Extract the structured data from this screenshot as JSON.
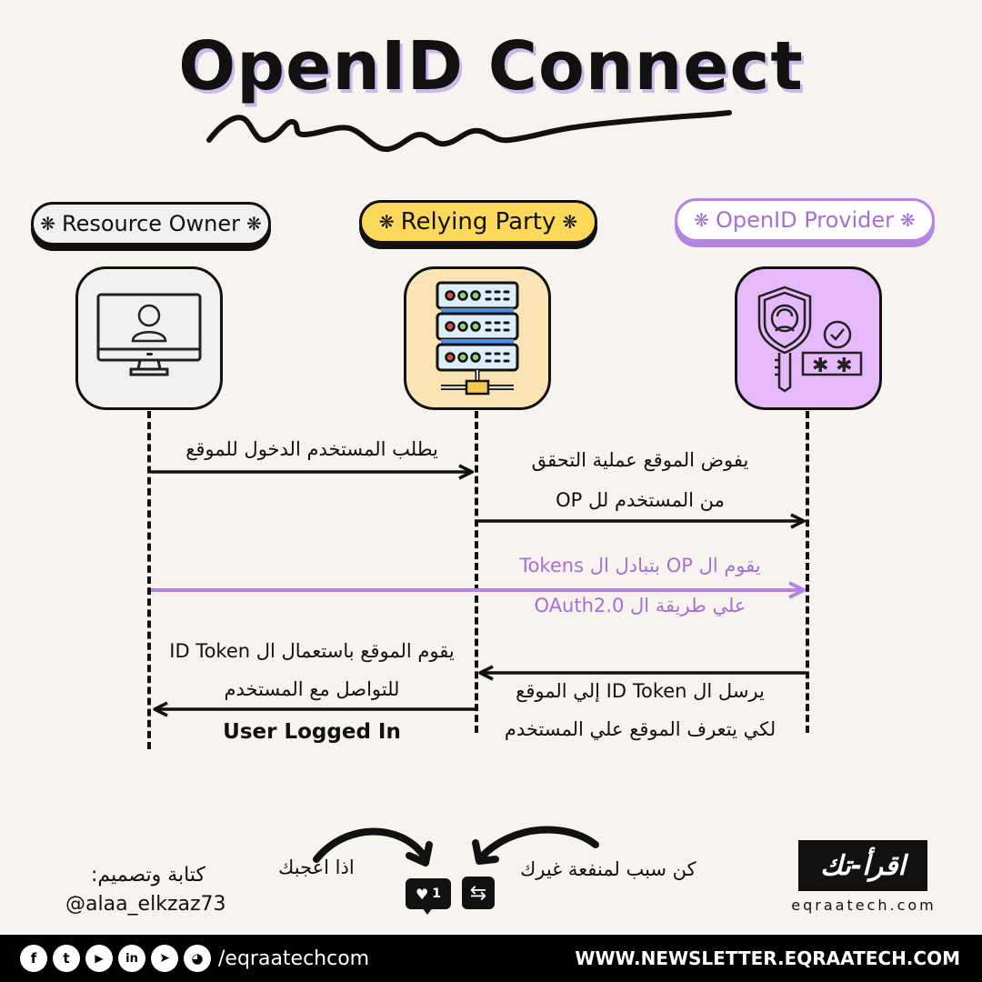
{
  "title": "OpenID Connect",
  "colors": {
    "background": "#f7f4f0",
    "ink": "#111111",
    "resource_owner_fill": "#f0f0f0",
    "relying_party_fill": "#fcd95b",
    "relying_party_icon_fill": "#fbe4b4",
    "openid_provider_accent": "#a56fd6",
    "openid_provider_icon_fill": "#e6b9fb",
    "title_shadow": "#cdb6ec"
  },
  "actors": [
    {
      "id": "resource-owner",
      "label": "Resource Owner",
      "icon": "computer-user-icon"
    },
    {
      "id": "relying-party",
      "label": "Relying Party",
      "icon": "server-rack-icon"
    },
    {
      "id": "openid-provider",
      "label": "OpenID Provider",
      "icon": "shield-key-password-icon"
    }
  ],
  "star_glyph": "❋",
  "messages": [
    {
      "from": "resource-owner",
      "to": "relying-party",
      "lines": [
        "يطلب المستخدم الدخول للموقع"
      ],
      "color": "#111111"
    },
    {
      "from": "relying-party",
      "to": "openid-provider",
      "lines": [
        "يفوض الموقع عملية التحقق",
        "من المستخدم لل OP"
      ],
      "color": "#111111"
    },
    {
      "from": "resource-owner",
      "to": "openid-provider",
      "lines": [
        "يقوم ال OP بتبادل ال Tokens",
        "علي طريقة ال OAuth2.0"
      ],
      "color": "#a56fd6"
    },
    {
      "from": "openid-provider",
      "to": "relying-party",
      "lines": [
        "يرسل ال ID Token إلي الموقع",
        "لكي يتعرف  الموقع علي المستخدم"
      ],
      "color": "#111111"
    },
    {
      "from": "relying-party",
      "to": "resource-owner",
      "lines": [
        "يقوم الموقع باستعمال ال ID Token",
        "للتواصل مع المستخدم"
      ],
      "result": "User Logged In",
      "color": "#111111"
    }
  ],
  "bottom": {
    "credit_label": "كتابة وتصميم:",
    "credit_handle": "@alaa_elkzaz73",
    "like_cta": "اذا اعجبك",
    "like_count": "1",
    "share_cta": "كن سبب لمنفعة غيرك",
    "logo_text": "اقرأ-تك",
    "logo_url": "eqraatech.com"
  },
  "footer": {
    "social_icons": [
      "facebook-icon",
      "twitter-icon",
      "youtube-icon",
      "linkedin-icon",
      "telegram-icon",
      "github-icon"
    ],
    "social_glyphs": [
      "f",
      "t",
      "▶",
      "in",
      "➤",
      "◕"
    ],
    "handle": "/eqraatechcom",
    "newsletter": "WWW.NEWSLETTER.EQRAATECH.COM"
  }
}
